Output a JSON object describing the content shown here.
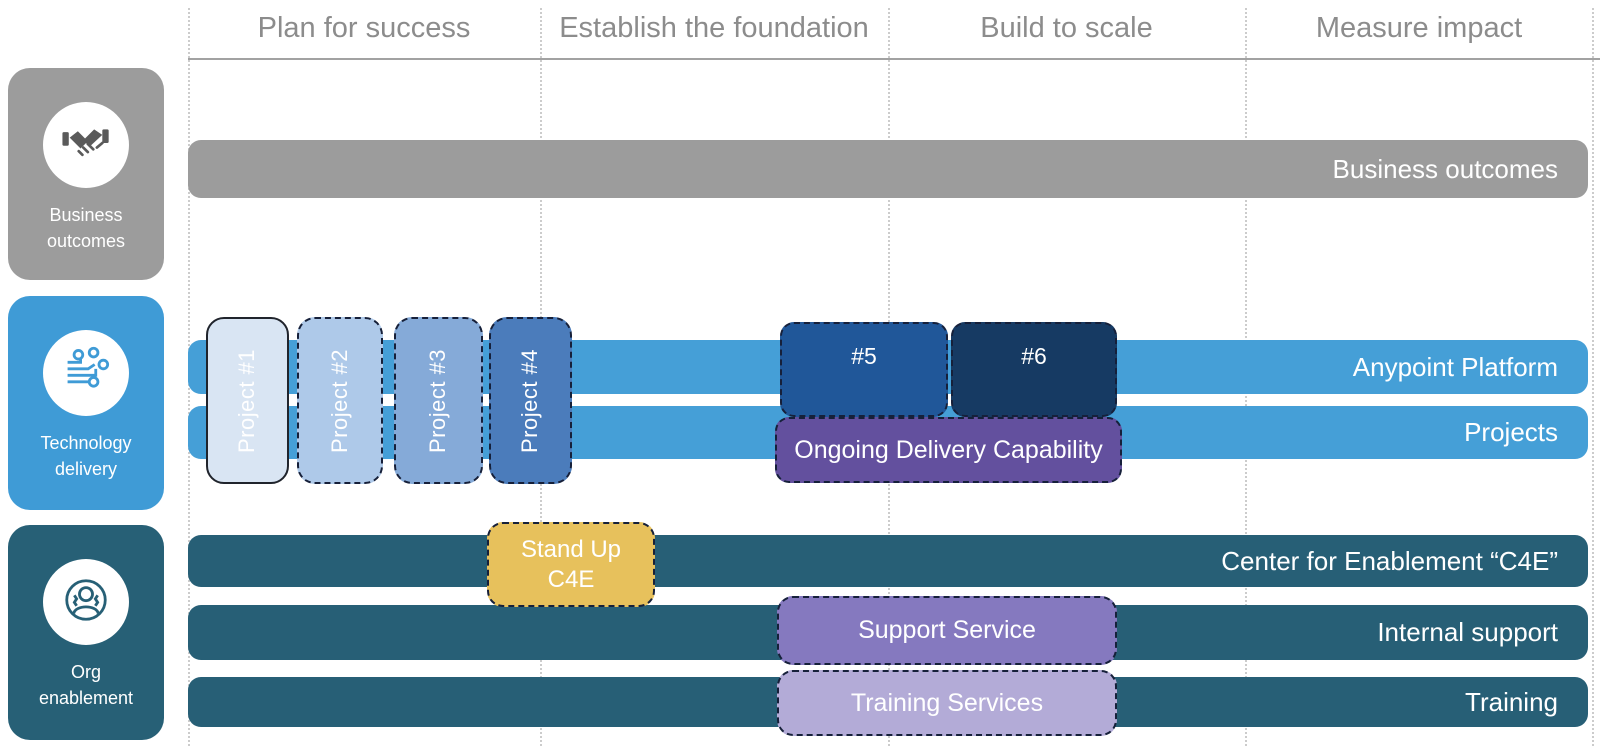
{
  "header": {
    "phases": [
      "Plan for success",
      "Establish the foundation",
      "Build to scale",
      "Measure impact"
    ]
  },
  "categories": [
    {
      "id": "business-outcomes",
      "label_line1": "Business",
      "label_line2": "outcomes",
      "icon": "handshake-icon",
      "color": "#9c9c9c"
    },
    {
      "id": "technology-delivery",
      "label_line1": "Technology",
      "label_line2": "delivery",
      "icon": "circuit-icon",
      "color": "#3f9bd6"
    },
    {
      "id": "org-enablement",
      "label_line1": "Org",
      "label_line2": "enablement",
      "icon": "person-icon",
      "color": "#276076"
    }
  ],
  "bars": [
    {
      "id": "business-outcomes-bar",
      "label": "Business outcomes",
      "color": "#9c9c9c"
    },
    {
      "id": "anypoint-platform-bar",
      "label": "Anypoint Platform",
      "color": "#459fd7"
    },
    {
      "id": "projects-bar",
      "label": "Projects",
      "color": "#459fd7"
    },
    {
      "id": "c4e-bar",
      "label": "Center for Enablement “C4E”",
      "color": "#275f76"
    },
    {
      "id": "internal-support-bar",
      "label": "Internal support",
      "color": "#275f76"
    },
    {
      "id": "training-bar",
      "label": "Training",
      "color": "#275f76"
    }
  ],
  "boxes": [
    {
      "id": "project-1",
      "label": "Project #1",
      "color": "#d9e5f3",
      "border": "solid"
    },
    {
      "id": "project-2",
      "label": "Project #2",
      "color": "#aec9e9",
      "border": "dashed"
    },
    {
      "id": "project-3",
      "label": "Project #3",
      "color": "#85aad8",
      "border": "dashed"
    },
    {
      "id": "project-4",
      "label": "Project #4",
      "color": "#4b7cbb",
      "border": "dashed"
    },
    {
      "id": "project-5",
      "label": "#5",
      "color": "#205799",
      "border": "dashed"
    },
    {
      "id": "project-6",
      "label": "#6",
      "color": "#163a63",
      "border": "dashed"
    },
    {
      "id": "ongoing-delivery",
      "label": "Ongoing Delivery Capability",
      "color": "#63509e",
      "border": "dashed"
    },
    {
      "id": "stand-up-c4e",
      "label_line1": "Stand Up",
      "label_line2": "C4E",
      "color": "#e7c15c",
      "border": "dashed"
    },
    {
      "id": "support-service",
      "label": "Support Service",
      "color": "#8579bf",
      "border": "dashed"
    },
    {
      "id": "training-services",
      "label": "Training Services",
      "color": "#b3abd7",
      "border": "dashed"
    }
  ]
}
